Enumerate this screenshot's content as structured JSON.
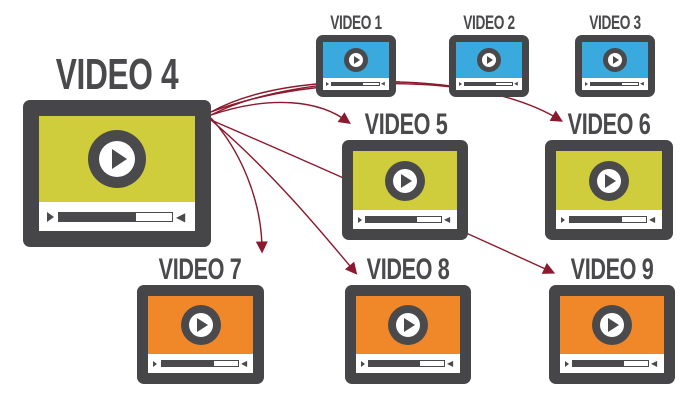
{
  "colors": {
    "device": "#464648",
    "yellow": "#cfcd3c",
    "blue": "#3aa9dd",
    "orange": "#f0882a",
    "arrow": "#8b1a2e"
  },
  "videos": [
    {
      "id": "video-1",
      "label": "VIDEO 1",
      "screen_color": "#3aa9dd",
      "progress": 0.65
    },
    {
      "id": "video-2",
      "label": "VIDEO 2",
      "screen_color": "#3aa9dd",
      "progress": 0.65
    },
    {
      "id": "video-3",
      "label": "VIDEO 3",
      "screen_color": "#3aa9dd",
      "progress": 0.65
    },
    {
      "id": "video-4",
      "label": "VIDEO 4",
      "screen_color": "#cfcd3c",
      "progress": 0.68
    },
    {
      "id": "video-5",
      "label": "VIDEO 5",
      "screen_color": "#cfcd3c",
      "progress": 0.68
    },
    {
      "id": "video-6",
      "label": "VIDEO 6",
      "screen_color": "#cfcd3c",
      "progress": 0.68
    },
    {
      "id": "video-7",
      "label": "VIDEO 7",
      "screen_color": "#f0882a",
      "progress": 0.68
    },
    {
      "id": "video-8",
      "label": "VIDEO 8",
      "screen_color": "#f0882a",
      "progress": 0.68
    },
    {
      "id": "video-9",
      "label": "VIDEO 9",
      "screen_color": "#f0882a",
      "progress": 0.68
    }
  ],
  "arrows": [
    {
      "from": "video-4",
      "to": "video-5"
    },
    {
      "from": "video-4",
      "to": "video-6"
    },
    {
      "from": "video-4",
      "to": "video-7"
    },
    {
      "from": "video-4",
      "to": "video-8"
    },
    {
      "from": "video-4",
      "to": "video-9"
    },
    {
      "from": "video-4",
      "to": "video-1"
    },
    {
      "from": "video-4",
      "to": "video-6"
    }
  ]
}
